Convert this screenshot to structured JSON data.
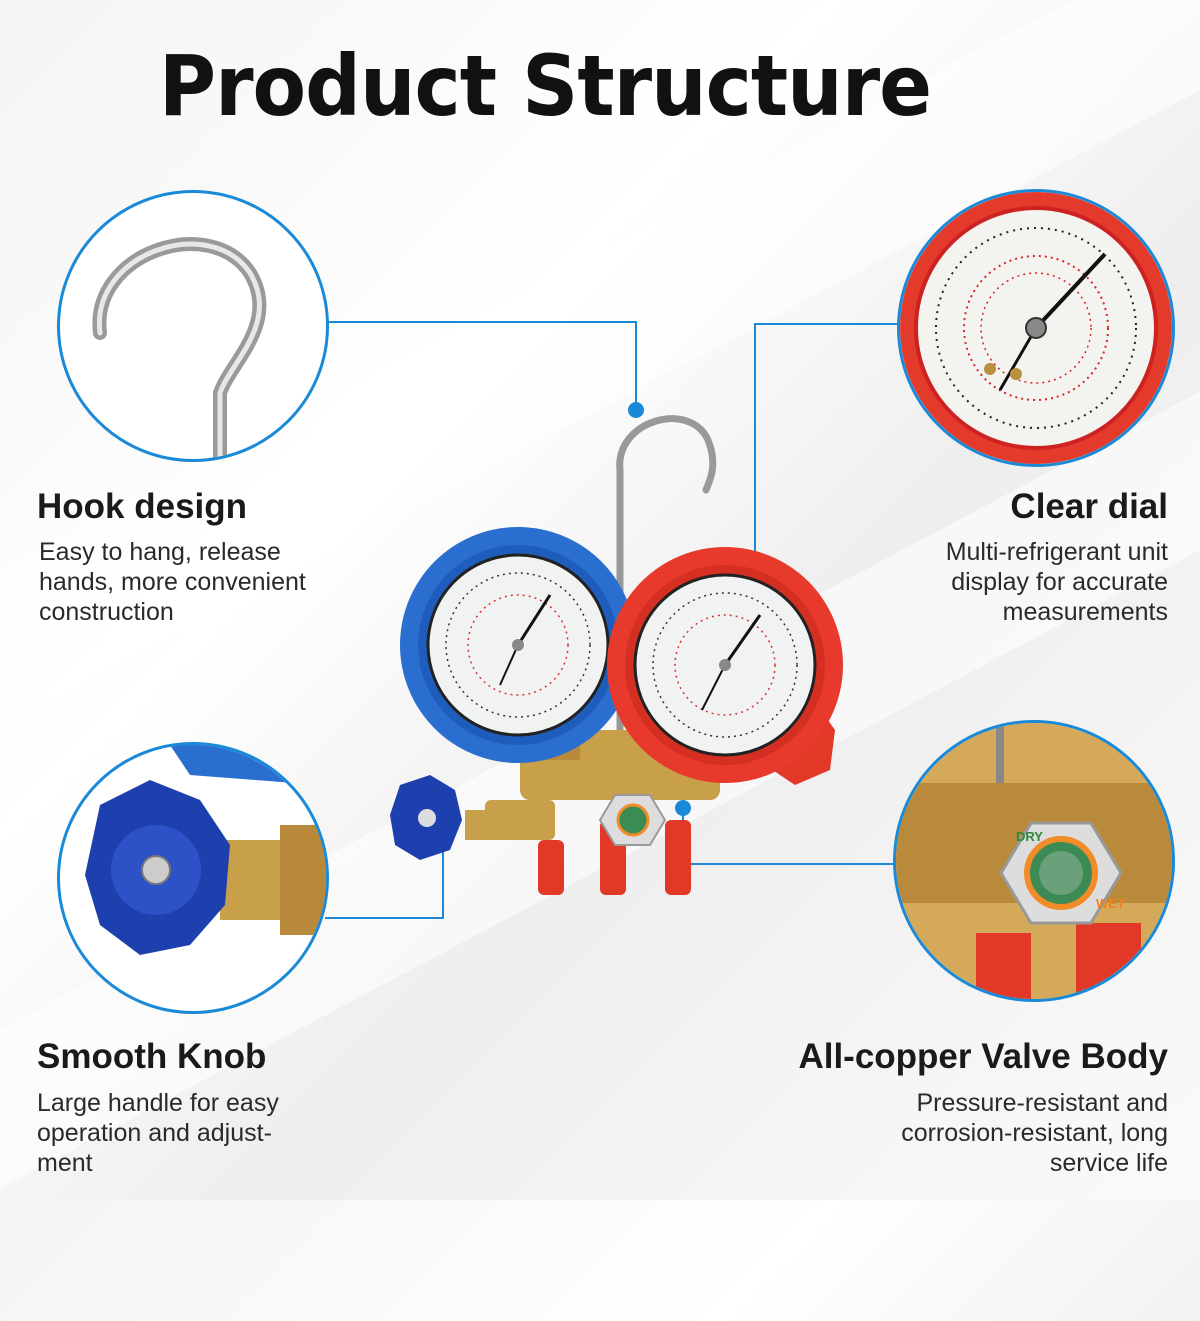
{
  "header": {
    "title": "Product Structure"
  },
  "features": {
    "hook": {
      "title": "Hook design",
      "lines": [
        "Easy to hang, release",
        "hands, more convenient",
        "construction"
      ]
    },
    "dial": {
      "title": "Clear dial",
      "lines": [
        "Multi-refrigerant unit",
        "display for accurate",
        "measurements"
      ]
    },
    "knob": {
      "title": "Smooth Knob",
      "lines": [
        "Large handle for easy",
        "operation and adjust-",
        "ment"
      ]
    },
    "valve": {
      "title": "All-copper Valve Body",
      "lines": [
        "Pressure-resistant and",
        "corrosion-resistant, long",
        "service life"
      ]
    }
  },
  "sight_glass": {
    "dry": "DRY",
    "wet": "WET"
  },
  "colors": {
    "accent": "#1a8ad8",
    "blue_gauge": "#1f6fd1",
    "red_gauge": "#e8322a",
    "brass": "#c9a04a"
  }
}
